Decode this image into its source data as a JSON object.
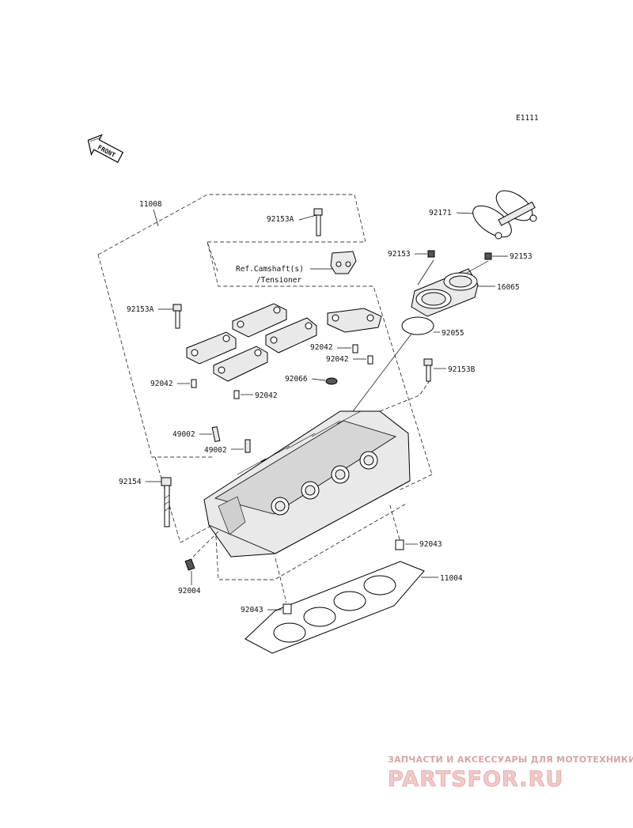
{
  "diagram_code": "E1111",
  "front_label": "FRONT",
  "reference_note": [
    "Ref.Camshaft(s)",
    "/Tensioner"
  ],
  "parts": {
    "p11008": "11008",
    "p92153A_top": "92153A",
    "p92171": "92171",
    "p92153_left": "92153",
    "p92153_right": "92153",
    "p16065": "16065",
    "p92153A_left": "92153A",
    "p92055": "92055",
    "p92042_a": "92042",
    "p92042_b": "92042",
    "p92153B": "92153B",
    "p92042_c": "92042",
    "p92066": "92066",
    "p92042_d": "92042",
    "p49002_a": "49002",
    "p49002_b": "49002",
    "p92154": "92154",
    "p92043_right": "92043",
    "p11004": "11004",
    "p92004": "92004",
    "p92043_bottom": "92043"
  },
  "watermark": {
    "tagline": "ЗАПЧАСТИ И АКСЕССУАРЫ ДЛЯ МОТОТЕХНИКИ",
    "logo": "PARTSFOR.RU"
  }
}
